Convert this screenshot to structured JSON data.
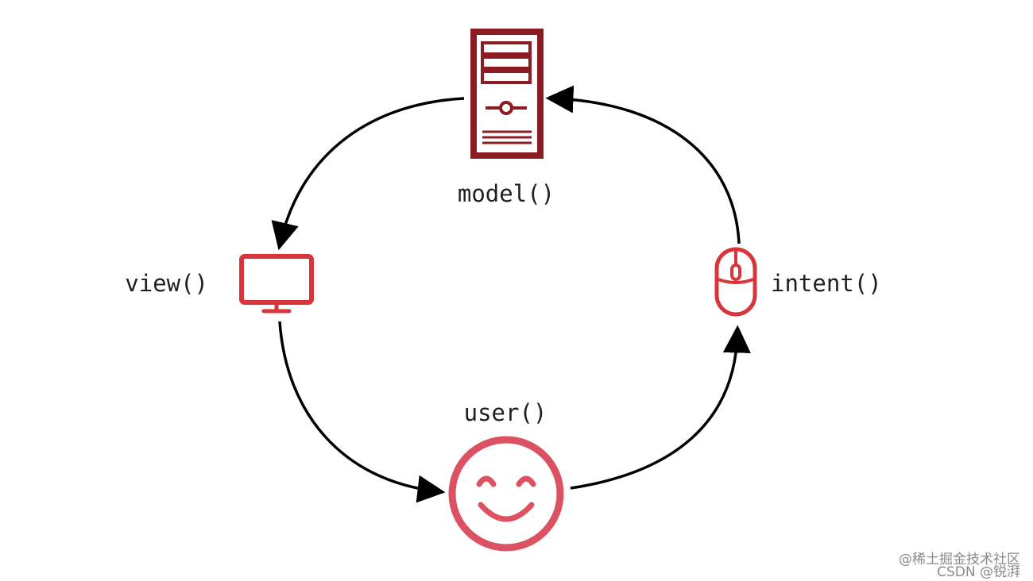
{
  "nodes": {
    "model": {
      "label": "model()",
      "icon": "server-icon",
      "color": "#8b1c24"
    },
    "view": {
      "label": "view()",
      "icon": "monitor-icon",
      "color": "#d8343c"
    },
    "intent": {
      "label": "intent()",
      "icon": "mouse-icon",
      "color": "#d8343c"
    },
    "user": {
      "label": "user()",
      "icon": "smiley-face-icon",
      "color": "#dc5262"
    }
  },
  "edges": [
    {
      "from": "model",
      "to": "view"
    },
    {
      "from": "view",
      "to": "user"
    },
    {
      "from": "user",
      "to": "intent"
    },
    {
      "from": "intent",
      "to": "model"
    }
  ],
  "watermark": {
    "line1": "@稀土掘金技术社区",
    "line2": "CSDN @锐湃"
  }
}
